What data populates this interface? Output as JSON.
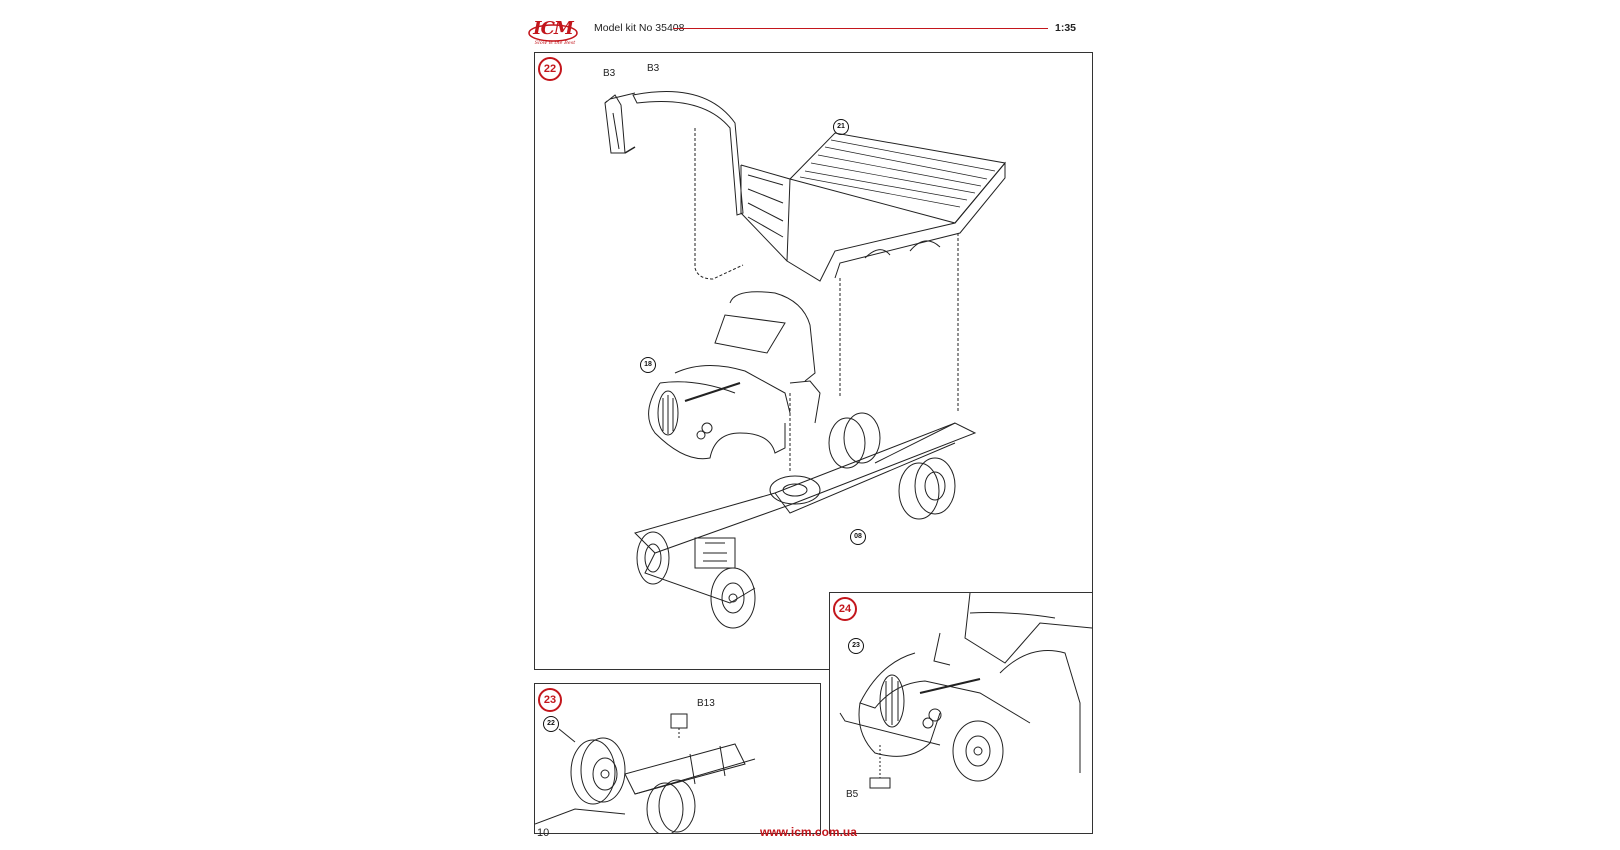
{
  "header": {
    "brand": "ICM",
    "tagline": "Slow is the Best",
    "model_kit": "Model kit No 35408",
    "scale": "1:35",
    "accent_color": "#c3161c"
  },
  "steps": [
    {
      "number": "22",
      "callouts": [
        "21",
        "18",
        "08"
      ],
      "part_labels": [
        "B3",
        "B3"
      ]
    },
    {
      "number": "23",
      "callouts": [
        "22"
      ],
      "part_labels": [
        "B13"
      ]
    },
    {
      "number": "24",
      "callouts": [
        "23"
      ],
      "part_labels": [
        "B5"
      ]
    }
  ],
  "footer": {
    "page_number": "10",
    "url": "www.icm.com.ua"
  }
}
